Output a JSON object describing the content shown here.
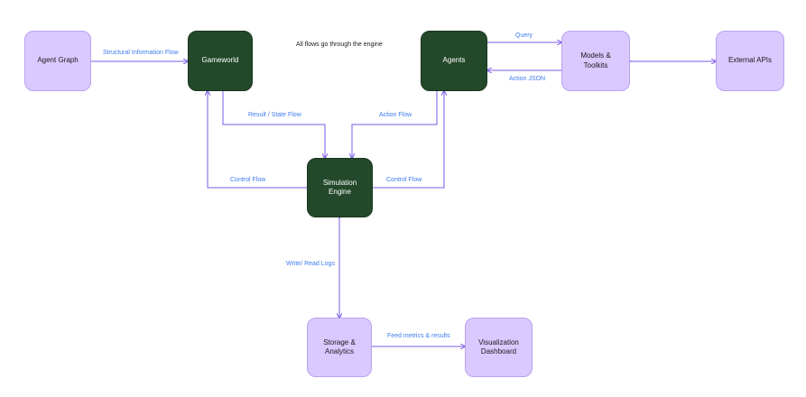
{
  "note": "All flows go through the engine",
  "nodes": {
    "agent_graph": "Agent Graph",
    "gameworld": "Gameworld",
    "agents": "Agents",
    "models_toolkits": "Models & Toolkits",
    "external_apis": "External APIs",
    "simulation_engine": "Simulation Engine",
    "storage_analytics": "Storage & Analytics",
    "visualization_dashboard": "Visualization Dashboard"
  },
  "edges": {
    "structural_info": "Structural Information Flow",
    "query": "Query",
    "action_json": "Action JSON",
    "result_state": "Result / State Flow",
    "action_flow": "Action Flow",
    "control_left": "Control Flow",
    "control_right": "Control Flow",
    "write_read_logs": "Write/ Read Logs",
    "feed_metrics": "Feed metrics & results"
  },
  "colors": {
    "node_light": "#d9c9ff",
    "node_dark": "#23482a",
    "edge": "#7b5ae6",
    "edge_label": "#3d7cf0"
  }
}
